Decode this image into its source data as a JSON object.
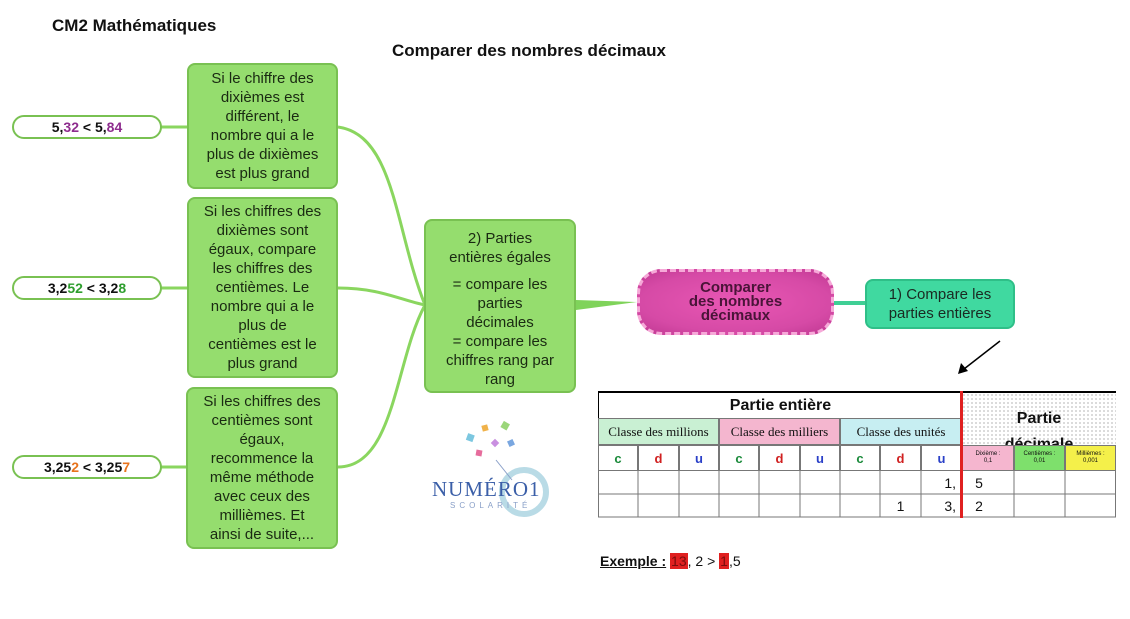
{
  "header": {
    "subject": "CM2 Mathématiques",
    "title": "Comparer des nombres décimaux"
  },
  "central_node": {
    "line1": "Comparer",
    "line2": "des nombres",
    "line3": "décimaux"
  },
  "step1": {
    "line1": "1) Compare les",
    "line2": "parties entières"
  },
  "step2": {
    "title1": "2) Parties",
    "title2": "entières égales",
    "lines": [
      "= compare les",
      "parties",
      "décimales",
      "= compare les",
      "chiffres rang par",
      "rang"
    ]
  },
  "rules": [
    {
      "lines": [
        "Si le chiffre des",
        "dixièmes est",
        "différent, le",
        "nombre qui a le",
        "plus de dixièmes",
        "est plus grand"
      ]
    },
    {
      "lines": [
        "Si les chiffres des",
        "dixièmes sont",
        "égaux,  compare",
        "les chiffres des",
        "centièmes. Le",
        "nombre qui a le",
        "plus de",
        "centièmes est le",
        "plus grand"
      ]
    },
    {
      "lines": [
        "Si les chiffres des",
        "centièmes sont",
        "égaux,",
        "recommence la",
        "même  méthode",
        "avec ceux des",
        "millièmes. Et",
        "ainsi de suite,..."
      ]
    }
  ],
  "examples": [
    {
      "a1": "5,",
      "a2": "3",
      "a3": "2",
      "op": " < ",
      "b1": "5,",
      "b2": "8",
      "b3": "4"
    },
    {
      "a1": "3,2",
      "a2": "5",
      "a3": "2",
      "op": " < ",
      "b1": "3,2",
      "b2": "8",
      "b3": ""
    },
    {
      "a1": "3,25",
      "a2": "2",
      "a3": "",
      "op": " < ",
      "b1": "3,25",
      "b2": "7",
      "b3": ""
    }
  ],
  "table": {
    "partie_entiere": "Partie entière",
    "partie_decimale_1": "Partie",
    "partie_decimale_2": "décimale",
    "classes": [
      "Classe des millions",
      "Classe des milliers",
      "Classe des unités"
    ],
    "digits": [
      "c",
      "d",
      "u",
      "c",
      "d",
      "u",
      "c",
      "d",
      "u"
    ],
    "decimal_cols": [
      {
        "name": "Dixième :",
        "value": "0,1",
        "color": "#f5b6cf"
      },
      {
        "name": "Centièmes :",
        "value": "0,01",
        "color": "#7ee06c"
      },
      {
        "name": "Millièmes :",
        "value": "0,001",
        "color": "#f4f04a"
      }
    ],
    "row1": {
      "u": "1,",
      "dix": "5"
    },
    "row2": {
      "d": "1",
      "u": "3,",
      "dix": "2"
    }
  },
  "example_line": {
    "label": "Exemple :",
    "n1": "13",
    "rest1": ", 2 > ",
    "n2": "1",
    "rest2": ",5"
  },
  "logo": {
    "text": "NUMÉRO1",
    "sub": "SCOLARITÉ"
  },
  "colors": {
    "green_box": "#95dd6e",
    "teal_box": "#40d9a0",
    "central": "#d64aa6",
    "purple": "#8e2c8e",
    "orange": "#e8731c"
  }
}
